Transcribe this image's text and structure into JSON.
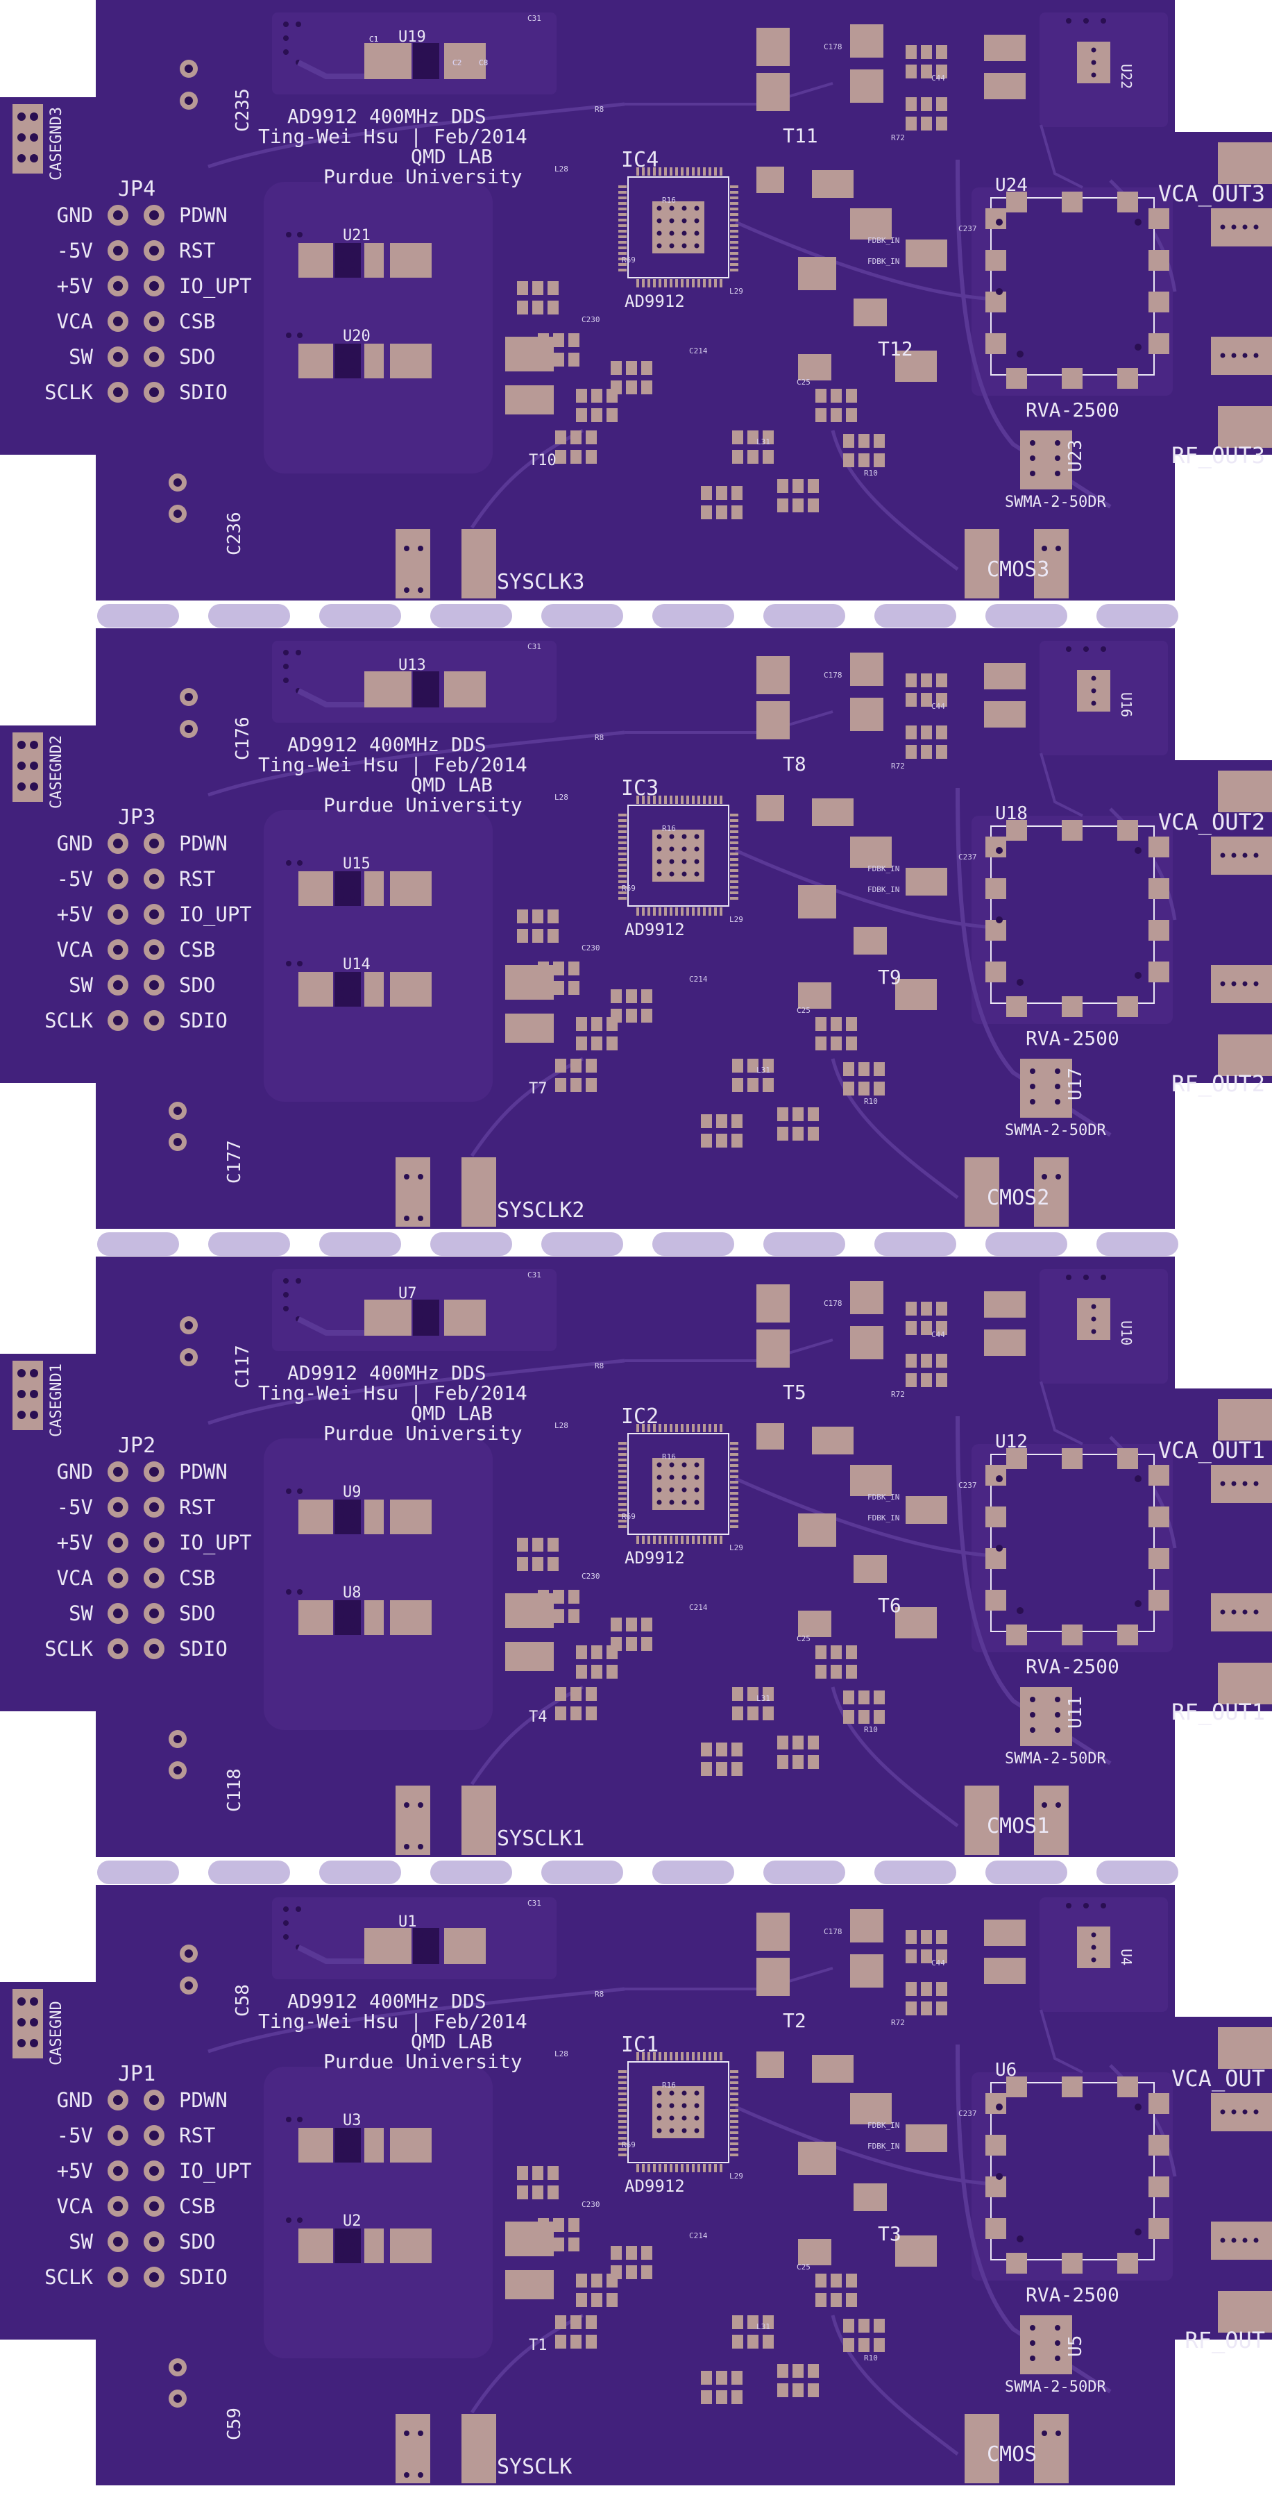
{
  "board": {
    "colors": {
      "substrate": "#42217c",
      "copper_pour": "#4a2684",
      "pad": "#b89a96",
      "trace": "#5a3896",
      "silkscreen": "#ece8f6",
      "slot": "#c6bbe0",
      "hole": "#2a0f52"
    },
    "module_title": "AD9912 400MHz DDS",
    "module_author": "Ting-Wei Hsu | Feb/2014",
    "module_lab": "QMD LAB",
    "module_university": "Purdue University",
    "ic_part": "AD9912",
    "amp_part": "RVA-2500",
    "switch_part": "SWMA-2-50DR",
    "fdbk_labels": [
      "FDBK_IN",
      "FDBK_IN"
    ],
    "header_left_labels": [
      "GND",
      "-5V",
      "+5V",
      "VCA",
      "SW",
      "SCLK"
    ],
    "header_right_labels": [
      "PDWN",
      "RST",
      "IO_UPT",
      "CSB",
      "SDO",
      "SDIO"
    ]
  },
  "modules": [
    {
      "casegnd": "CASEGND3",
      "jp": "JP4",
      "cap_top": "C235",
      "cap_bot": "C236",
      "ic": "IC4",
      "ldo": "U19",
      "u_a": "U21",
      "u_b": "U20",
      "t_a": "T11",
      "t_b": "T12",
      "t_c": "T10",
      "u_amp": "U24",
      "u_sw": "U23",
      "u_rot": "U22",
      "sysclk": "SYSCLK3",
      "cmos": "CMOS3",
      "vca_out": "VCA_OUT3",
      "rf_out": "RF_OUT3"
    },
    {
      "casegnd": "CASEGND2",
      "jp": "JP3",
      "cap_top": "C176",
      "cap_bot": "C177",
      "ic": "IC3",
      "ldo": "U13",
      "u_a": "U15",
      "u_b": "U14",
      "t_a": "T8",
      "t_b": "T9",
      "t_c": "T7",
      "u_amp": "U18",
      "u_sw": "U17",
      "u_rot": "U16",
      "sysclk": "SYSCLK2",
      "cmos": "CMOS2",
      "vca_out": "VCA_OUT2",
      "rf_out": "RF_OUT2"
    },
    {
      "casegnd": "CASEGND1",
      "jp": "JP2",
      "cap_top": "C117",
      "cap_bot": "C118",
      "ic": "IC2",
      "ldo": "U7",
      "u_a": "U9",
      "u_b": "U8",
      "t_a": "T5",
      "t_b": "T6",
      "t_c": "T4",
      "u_amp": "U12",
      "u_sw": "U11",
      "u_rot": "U10",
      "sysclk": "SYSCLK1",
      "cmos": "CMOS1",
      "vca_out": "VCA_OUT1",
      "rf_out": "RF_OUT1"
    },
    {
      "casegnd": "CASEGND",
      "jp": "JP1",
      "cap_top": "C58",
      "cap_bot": "C59",
      "ic": "IC1",
      "ldo": "U1",
      "u_a": "U3",
      "u_b": "U2",
      "t_a": "T2",
      "t_b": "T3",
      "t_c": "T1",
      "u_amp": "U6",
      "u_sw": "U5",
      "u_rot": "U4",
      "sysclk": "SYSCLK",
      "cmos": "CMOS",
      "vca_out": "VCA_OUT",
      "rf_out": "RF_OUT"
    }
  ]
}
